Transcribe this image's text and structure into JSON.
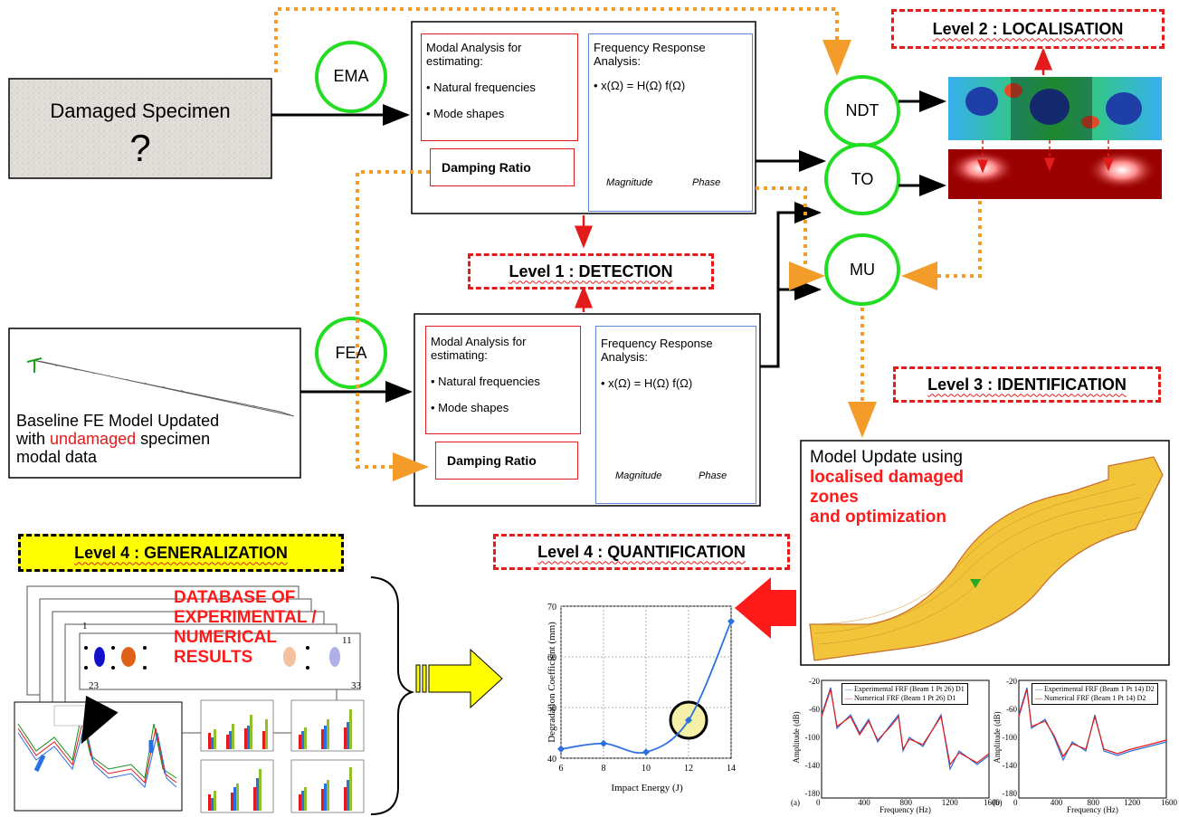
{
  "damaged_specimen": {
    "label": "Damaged Specimen",
    "mark": "?"
  },
  "baseline": {
    "line1": "Baseline FE Model Updated",
    "line2_pre": "with ",
    "line2_red": "undamaged",
    "line2_post": " specimen",
    "line3": "modal data"
  },
  "circles": {
    "ema": "EMA",
    "fea": "FEA",
    "ndt": "NDT",
    "to": "TO",
    "mu": "MU"
  },
  "ema_panel": {
    "modal_title": "Modal Analysis for estimating:",
    "bullet1": "• Natural frequencies",
    "bullet2": "• Mode shapes",
    "damping": "Damping Ratio",
    "freq_title": "Frequency Response Analysis:",
    "equation": "• x(Ω) = H(Ω) f(Ω)",
    "magnitude": "Magnitude",
    "phase": "Phase"
  },
  "fea_panel": {
    "modal_title": "Modal Analysis for estimating:",
    "bullet1": "• Natural frequencies",
    "bullet2": "• Mode shapes",
    "damping": "Damping Ratio",
    "freq_title": "Frequency Response Analysis:",
    "equation": "• x(Ω) = H(Ω) f(Ω)",
    "magnitude": "Magnitude",
    "phase": "Phase"
  },
  "levels": {
    "detection": "Level 1 : DETECTION",
    "localisation": "Level 2 : LOCALISATION",
    "identification": "Level 3 : IDENTIFICATION",
    "generalization": "Level 4 : GENERALIZATION",
    "quantification": "Level 4 : QUANTIFICATION"
  },
  "model_update": {
    "line1": "Model Update using",
    "red1": "localised damaged",
    "red2": "zones",
    "red3": "and optimization"
  },
  "database": {
    "line1": "DATABASE OF",
    "line2": "EXPERIMENTAL /",
    "line3": "NUMERICAL",
    "line4": "RESULTS",
    "n1": "1",
    "n11": "11",
    "n23": "23",
    "n33": "33"
  },
  "chart_data": {
    "type": "line",
    "x": [
      6,
      8,
      10,
      12,
      14
    ],
    "y": [
      41.8,
      42.9,
      41.2,
      47.5,
      67
    ],
    "xlabel": "Impact Energy (J)",
    "ylabel": "Degradation Coefficient (mm)",
    "xlim": [
      6,
      14
    ],
    "ylim": [
      40,
      70
    ],
    "xticks": [
      "6",
      "8",
      "10",
      "12",
      "14"
    ],
    "yticks": [
      "40",
      "50",
      "60",
      "70"
    ],
    "grid": true,
    "highlight_x": 12,
    "colors": {
      "line": "#2b6fe0",
      "highlight": "#f5f0a8"
    }
  },
  "frf_left": {
    "legend1": "Experimental FRF (Beam 1 Pt 26) D1",
    "legend2": "Numerical FRF (Beam 1 Pt 26) D1",
    "ylabel": "Amplitude (dB)",
    "xlabel": "Frequency (Hz)",
    "tag": "(a)",
    "yticks": [
      "-20",
      "-60",
      "-100",
      "-140",
      "-180"
    ],
    "xticks": [
      "0",
      "400",
      "800",
      "1200",
      "1600"
    ]
  },
  "frf_right": {
    "legend1": "Experimental FRF (Beam 1 Pt 14) D2",
    "legend2": "Numerical FRF (Beam 1 Pt 14) D2",
    "ylabel": "Amplitude (dB)",
    "xlabel": "Frequency (Hz)",
    "tag": "(b)",
    "yticks": [
      "-20",
      "-60",
      "-100",
      "-140",
      "-180"
    ],
    "xticks": [
      "0",
      "400",
      "800",
      "1200",
      "1600"
    ]
  },
  "colors": {
    "red": "#e31b1b",
    "orange": "#f39c2a",
    "green": "#22dd22",
    "blue": "#5d87d6",
    "yellow": "#ffff00"
  }
}
